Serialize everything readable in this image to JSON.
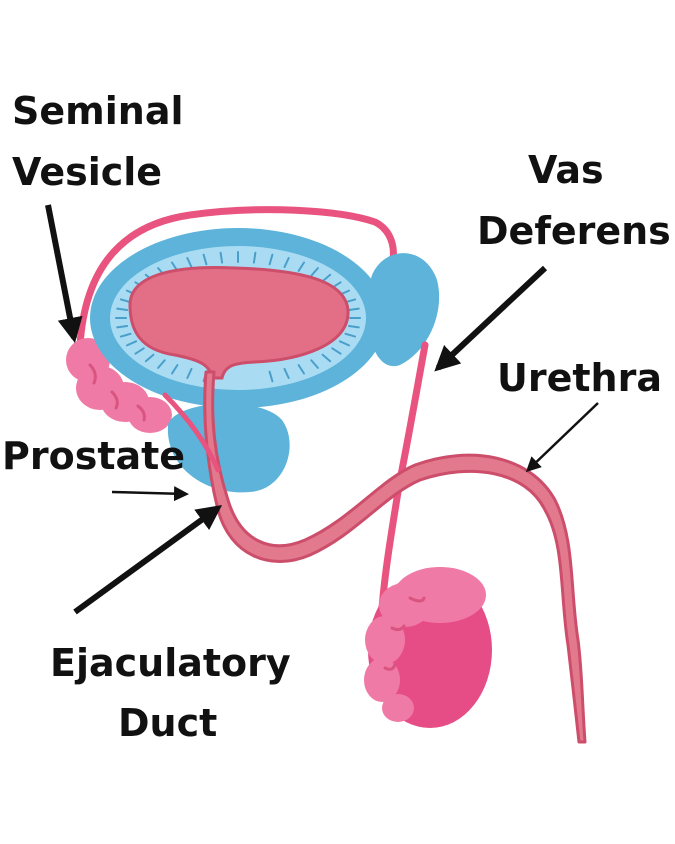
{
  "labels": {
    "seminal_vesicle": [
      "Seminal",
      "Vesicle"
    ],
    "vas_deferens": [
      "Vas",
      "Deferens"
    ],
    "urethra": "Urethra",
    "prostate": "Prostate",
    "ejaculatory_duct": [
      "Ejaculatory",
      "Duct"
    ]
  },
  "colors": {
    "bladder_outer": "#5db3d9",
    "bladder_inner": "#a9dcf3",
    "bladder_urine": "#e26f85",
    "duct_pink": "#e8547f",
    "urethra_fill": "#e2798c",
    "urethra_stroke": "#cc4e6b",
    "vesicle_pink": "#f07aa6",
    "testis_pink": "#e64d86",
    "prostate_blue": "#5db3d9",
    "arrow": "#111111"
  }
}
